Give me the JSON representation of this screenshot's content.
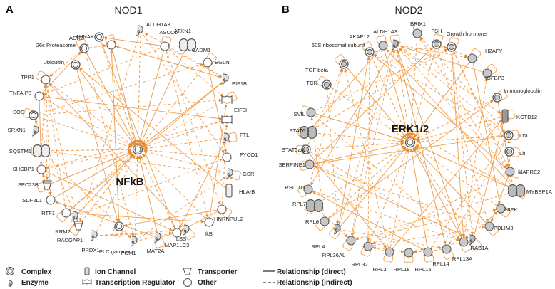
{
  "panels": [
    {
      "letter": "A",
      "title": "NOD1",
      "hub": "NFkB",
      "nodes": [
        {
          "label": "AHNAK",
          "shape": "other"
        },
        {
          "label": "ALDH1A3",
          "shape": "enzyme"
        },
        {
          "label": "ASCC1",
          "shape": "other"
        },
        {
          "label": "ATXN1",
          "shape": "complex-pair"
        },
        {
          "label": "CADM1",
          "shape": "other"
        },
        {
          "label": "EGLN",
          "shape": "enzyme"
        },
        {
          "label": "EIF1B",
          "shape": "transcription"
        },
        {
          "label": "EIF3I",
          "shape": "transcription"
        },
        {
          "label": "FTL",
          "shape": "enzyme"
        },
        {
          "label": "FYCO1",
          "shape": "other"
        },
        {
          "label": "GSR",
          "shape": "enzyme"
        },
        {
          "label": "HLA-B",
          "shape": "ion-channel"
        },
        {
          "label": "HNRNPUL2",
          "shape": "other"
        },
        {
          "label": "IkB",
          "shape": "other"
        },
        {
          "label": "LSS",
          "shape": "enzyme"
        },
        {
          "label": "MAP1LC3",
          "shape": "other"
        },
        {
          "label": "MAT2A",
          "shape": "enzyme"
        },
        {
          "label": "PGM1",
          "shape": "enzyme"
        },
        {
          "label": "PLC gamma",
          "shape": "complex"
        },
        {
          "label": "PRDX1",
          "shape": "enzyme"
        },
        {
          "label": "RACGAP1",
          "shape": "transporter"
        },
        {
          "label": "RRM2",
          "shape": "enzyme"
        },
        {
          "label": "RTF1",
          "shape": "other"
        },
        {
          "label": "SDF2L1",
          "shape": "other"
        },
        {
          "label": "SEC23B",
          "shape": "transporter"
        },
        {
          "label": "SHCBP1",
          "shape": "other"
        },
        {
          "label": "SQSTM1",
          "shape": "complex-pair"
        },
        {
          "label": "SRXN1",
          "shape": "enzyme"
        },
        {
          "label": "SOS",
          "shape": "complex"
        },
        {
          "label": "TNFAIP8",
          "shape": "other"
        },
        {
          "label": "TPP1",
          "shape": "other"
        },
        {
          "label": "Ubiquitin",
          "shape": "complex"
        },
        {
          "label": "26s Proteasome",
          "shape": "complex"
        },
        {
          "label": "ADRB",
          "shape": "complex"
        }
      ]
    },
    {
      "letter": "B",
      "title": "NOD2",
      "hub": "ERK1/2",
      "nodes": [
        {
          "label": "ALDH1A3",
          "shape": "enzyme"
        },
        {
          "label": "BRIX1",
          "shape": "other"
        },
        {
          "label": "FSH",
          "shape": "complex"
        },
        {
          "label": "Growth hormone",
          "shape": "complex"
        },
        {
          "label": "H2AFY",
          "shape": "other"
        },
        {
          "label": "IGFBP3",
          "shape": "other"
        },
        {
          "label": "Immunoglobulin",
          "shape": "complex"
        },
        {
          "label": "KCTD12",
          "shape": "ion-channel"
        },
        {
          "label": "LDL",
          "shape": "complex"
        },
        {
          "label": "Lh",
          "shape": "complex"
        },
        {
          "label": "MAPRE2",
          "shape": "other"
        },
        {
          "label": "MYBBP1A",
          "shape": "complex-pair"
        },
        {
          "label": "NIFK",
          "shape": "other"
        },
        {
          "label": "PDLIM3",
          "shape": "other"
        },
        {
          "label": "RAB1A",
          "shape": "enzyme"
        },
        {
          "label": "RPL13A",
          "shape": "other"
        },
        {
          "label": "RPL14",
          "shape": "other"
        },
        {
          "label": "RPL15",
          "shape": "other"
        },
        {
          "label": "RPL18",
          "shape": "other"
        },
        {
          "label": "RPL3",
          "shape": "other"
        },
        {
          "label": "RPL32",
          "shape": "other"
        },
        {
          "label": "RPL36AL",
          "shape": "other"
        },
        {
          "label": "RPL4",
          "shape": "enzyme"
        },
        {
          "label": "RPL6",
          "shape": "other"
        },
        {
          "label": "RPL7",
          "shape": "complex-pair"
        },
        {
          "label": "RSL1D1",
          "shape": "other"
        },
        {
          "label": "SERPINE1",
          "shape": "other"
        },
        {
          "label": "STAT5a/b",
          "shape": "complex"
        },
        {
          "label": "STAT6",
          "shape": "complex-pair"
        },
        {
          "label": "SVIL",
          "shape": "other"
        },
        {
          "label": "TCR",
          "shape": "complex"
        },
        {
          "label": "TGF beta",
          "shape": "complex"
        },
        {
          "label": "60S ribosomal subunit",
          "shape": "complex"
        },
        {
          "label": "AKAP12",
          "shape": "other"
        }
      ]
    }
  ],
  "legend": {
    "items": [
      {
        "label": "Complex",
        "icon": "complex-icon"
      },
      {
        "label": "Enzyme",
        "icon": "enzyme-icon"
      },
      {
        "label": "Ion Channel",
        "icon": "ion-channel-icon"
      },
      {
        "label": "Transcription Regulator",
        "icon": "transcription-regulator-icon"
      },
      {
        "label": "Transporter",
        "icon": "transporter-icon"
      },
      {
        "label": "Other",
        "icon": "other-icon"
      }
    ],
    "direct": "Relationship (direct)",
    "indirect": "Relationship (indirect)"
  },
  "colors": {
    "edge": "#f0a050",
    "node_stroke": "#555555",
    "gray_fill": "#c8c8c8"
  }
}
